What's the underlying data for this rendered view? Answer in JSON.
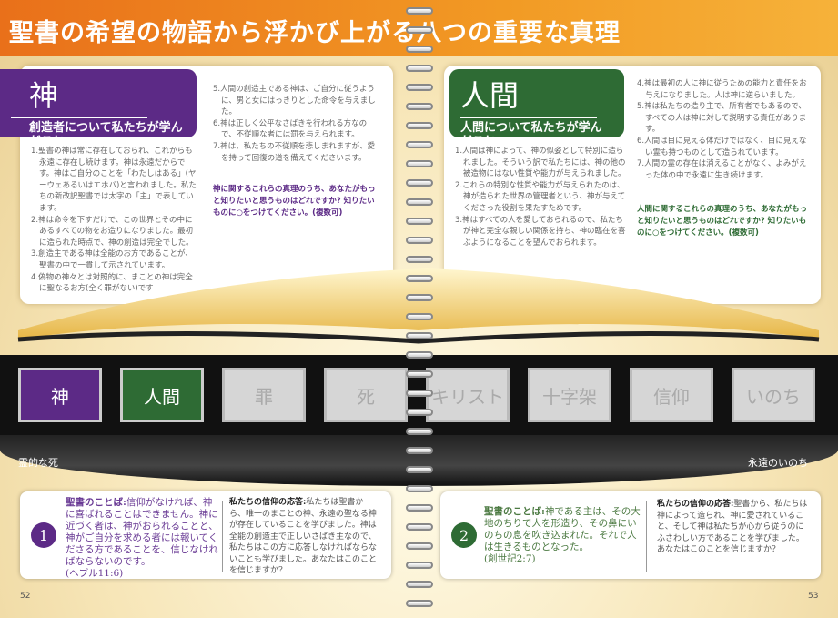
{
  "title": "聖書の希望の物語から浮かび上がる八つの重要な真理",
  "left": {
    "heading": "神",
    "subheading": "創造者について私たちが学んだこと:",
    "items": [
      "1.聖書の神は常に存在しておられ、これからも永遠に存在し続けます。神は永遠だからです。神はご自分のことを「わたしはある」(ヤーウェあるいはエホバ)と言われました。私たちの新改訳聖書では太字の「主」で表しています。",
      "2.神は命令を下すだけで、この世界とその中にあるすべての物をお造りになりました。最初に造られた時点で、神の創造は完全でした。",
      "3.創造主である神は全能のお方であることが、聖書の中で一貫して示されています。",
      "4.偽物の神々とは対照的に、まことの神は完全に聖なるお方(全く罪がない)です",
      "5.人間の創造主である神は、ご自分に従うように、男と女にはっきりとした命令を与えました。",
      "6.神は正しく公平なさばきを行われる方なので、不従順な者には罰を与えられます。",
      "7.神は、私たちの不従順を悲しまれますが、愛を持って回復の道を備えてくださいます。"
    ],
    "question": "神に関するこれらの真理のうち、あなたがもっと知りたいと思うものはどれですか? 知りたいものに○をつけてください。(複数可)",
    "card": {
      "number": "1",
      "verse_label": "聖書のことば:",
      "verse": "信仰がなければ、神に喜ばれることはできません。神に近づく者は、神がおられることと、神がご自分を求める者には報いてくださる方であることを、信じなければならないのです。",
      "reference": "(ヘブル11:6)",
      "response_label": "私たちの信仰の応答:",
      "response": "私たちは聖書から、唯一のまことの神、永遠の聖なる神が存在していることを学びました。神は全能の創造主で正しいさばき主なので、私たちはこの方に応答しなければならないことも学びました。あなたはこのことを信じますか?"
    },
    "band_label": "霊的な死",
    "page_number": "52"
  },
  "right": {
    "heading": "人間",
    "subheading": "人間について私たちが学んだこと:",
    "items": [
      "1.人間は神によって、神の似姿として特別に造られました。そういう訳で私たちには、神の他の被造物にはない性質や能力が与えられました。",
      "2.これらの特別な性質や能力が与えられたのは、神が造られた世界の管理者という、神が与えてくださった役割を果たすためです。",
      "3.神はすべての人を愛しておられるので、私たちが神と完全な親しい関係を持ち、神の臨在を喜ぶようになることを望んでおられます。",
      "4.神は最初の人に神に従うための能力と責任をお与えになりました。人は神に逆らいました。",
      "5.神は私たちの造り主で、所有者でもあるので、すべての人は神に対して説明する責任があります。",
      "6.人間は目に見える体だけではなく、目に見えない霊も持つものとして造られています。",
      "7.人間の霊の存在は消えることがなく、よみがえった体の中で永遠に生き続けます。"
    ],
    "question": "人間に関するこれらの真理のうち、あなたがもっと知りたいと思うものはどれですか? 知りたいものに○をつけてください。(複数可)",
    "card": {
      "number": "2",
      "verse_label": "聖書のことば:",
      "verse": "神である主は、その大地のちりで人を形造り、その鼻にいのちの息を吹き込まれた。それで人は生きるものとなった。",
      "reference": "(創世記2:7)",
      "response_label": "私たちの信仰の応答:",
      "response": "聖書から、私たちは神によって造られ、神に愛されていること、そして神は私たちが心から従うのにふさわしい方であることを学びました。あなたはこのことを信じますか?"
    },
    "band_label": "永遠のいのち",
    "page_number": "53"
  },
  "film_frames": [
    "神",
    "人間",
    "罪",
    "死",
    "キリスト",
    "十字架",
    "信仰",
    "いのち"
  ],
  "colors": {
    "purple": "#5c2a86",
    "green": "#2e6b34",
    "orange": "#f29a24"
  }
}
